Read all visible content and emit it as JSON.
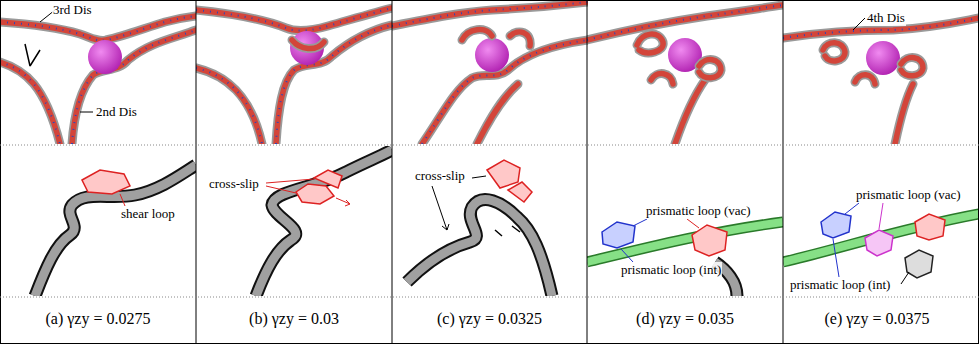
{
  "diagram": {
    "labels": [
      "3rd Dis",
      "2nd Dis",
      "shear loop",
      "cross-slip",
      "cross-slip",
      "prismatic loop (vac)",
      "prismatic loop (int)",
      "4th Dis",
      "prismatic loop (vac)",
      "prismatic loop (int)",
      "(a) γzy = 0.0275",
      "(b) γzy = 0.03",
      "(c) γzy = 0.0325",
      "(d) γzy = 0.035",
      "(e) γzy = 0.0375"
    ]
  }
}
